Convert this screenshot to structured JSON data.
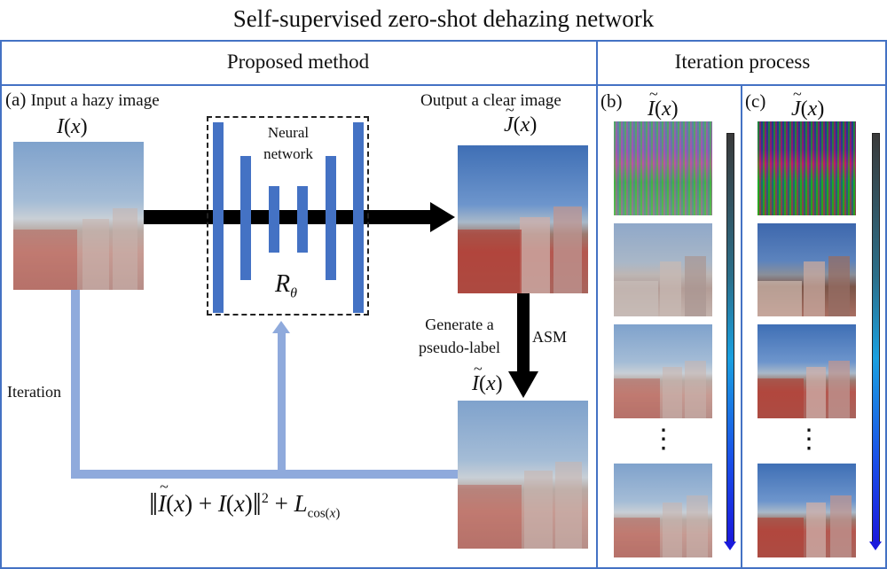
{
  "title": "Self-supervised zero-shot dehazing network",
  "sections": {
    "proposed": "Proposed method",
    "iteration": "Iteration process"
  },
  "panel_a": {
    "tag": "(a)",
    "input_label": "Input a hazy image",
    "input_symbol": "I(x)",
    "network_label_line1": "Neural",
    "network_label_line2": "network",
    "network_symbol": "R",
    "network_subscript": "θ",
    "output_label": "Output a clear image",
    "output_symbol": "J(x)",
    "pseudo_line1": "Generate a",
    "pseudo_line2": "pseudo-label",
    "asm_label": "ASM",
    "pseudo_symbol": "I(x)",
    "iteration_label": "Iteration",
    "loss_formula": {
      "term1": "I(x) + I(x)",
      "power": "2",
      "plus": "+",
      "term2": "L",
      "term2_sub": "cos(x)"
    }
  },
  "panel_b": {
    "tag": "(b)",
    "symbol": "I(x)",
    "frames": [
      "noisy-initial",
      "hazy-iter-1",
      "hazy-iter-2",
      "hazy-final"
    ],
    "ellipsis": "⋮"
  },
  "panel_c": {
    "tag": "(c)",
    "symbol": "J(x)",
    "frames": [
      "noisy-initial",
      "clear-iter-1",
      "clear-iter-2",
      "clear-final"
    ],
    "ellipsis": "⋮"
  },
  "colors": {
    "frame": "#4472c4",
    "layer_bar": "#4472c4",
    "feedback_arrow": "#8faadc",
    "main_arrow": "#000000"
  }
}
